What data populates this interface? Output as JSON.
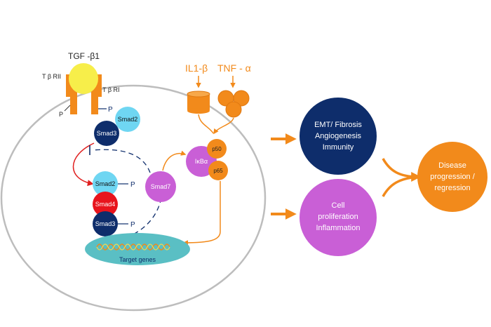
{
  "colors": {
    "orange": "#F28A1B",
    "orange_dark": "#E07810",
    "yellow": "#F7EE4A",
    "cyan": "#6FD6F2",
    "navy": "#0E2D6B",
    "red": "#E8141C",
    "violet": "#C95FD6",
    "teal": "#5ABFC4",
    "cell_border": "#BDBDBD",
    "red_arrow": "#E02020"
  },
  "receptor": {
    "ligand": "TGF -β1",
    "receptor_2": "T β RII",
    "receptor_1": "T β RI",
    "phospho": "P"
  },
  "smads": {
    "smad2_top": "Smad2",
    "smad3_top": "Smad3",
    "smad2_mid": "Smad2",
    "smad4": "Smad4",
    "smad3_bottom": "Smad3",
    "smad7": "Smad7",
    "p_top": "P",
    "p_mid": "P",
    "p_bottom": "P"
  },
  "nfkb": {
    "ikba": "IκBα",
    "p50": "p50",
    "p65": "p65"
  },
  "cytokines": {
    "il1b": "IL1-β",
    "tnfa": "TNF - α"
  },
  "dna": {
    "label": "Target genes"
  },
  "outcomes": {
    "emt": [
      "EMT/ Fibrosis",
      "Angiogenesis",
      "Immunity"
    ],
    "prolif": [
      "Cell",
      "proliferation",
      "Inflammation"
    ],
    "disease": [
      "Disease",
      "progression /",
      "regression"
    ]
  }
}
